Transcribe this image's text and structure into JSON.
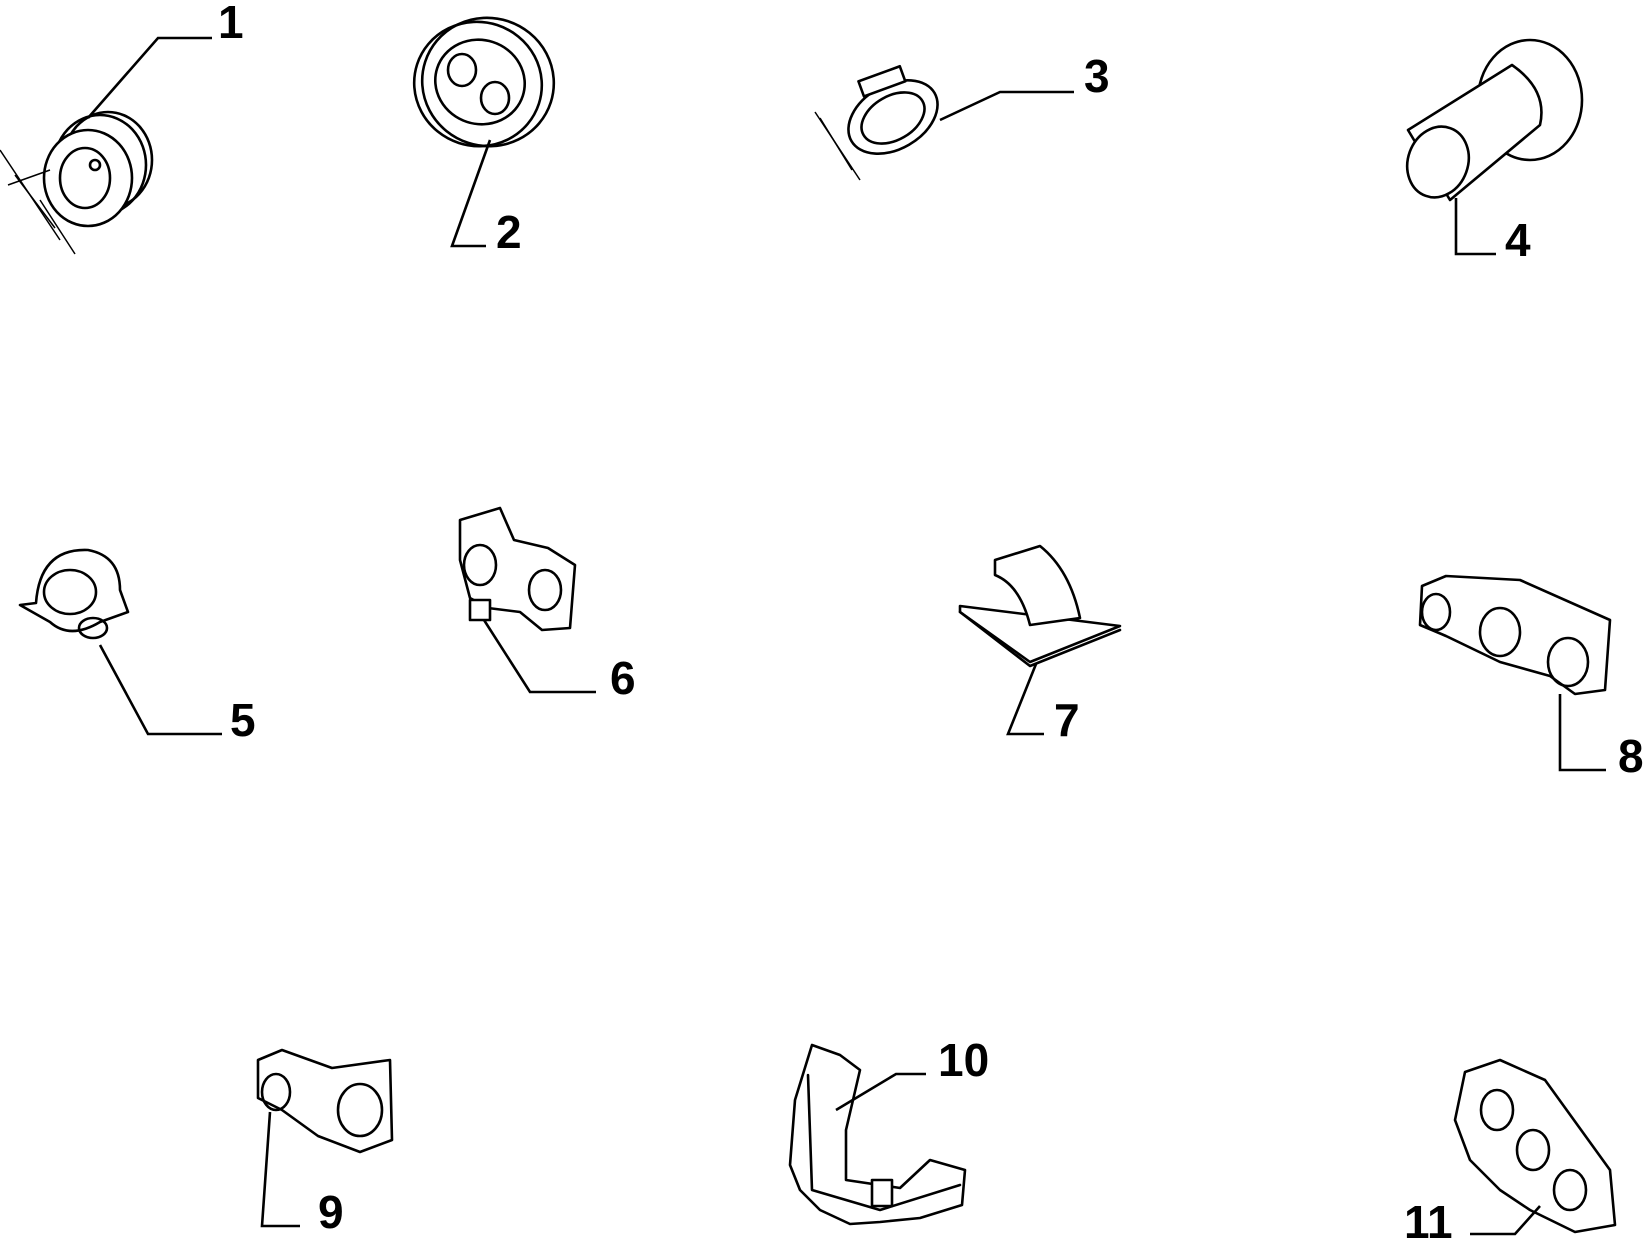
{
  "diagram": {
    "parts": [
      {
        "id": "1",
        "label": "1",
        "kind": "grommet"
      },
      {
        "id": "2",
        "label": "2",
        "kind": "double-grommet"
      },
      {
        "id": "3",
        "label": "3",
        "kind": "hose-clamp"
      },
      {
        "id": "4",
        "label": "4",
        "kind": "sleeve"
      },
      {
        "id": "5",
        "label": "5",
        "kind": "pipe-clip"
      },
      {
        "id": "6",
        "label": "6",
        "kind": "double-pipe-clip"
      },
      {
        "id": "7",
        "label": "7",
        "kind": "adhesive-clip"
      },
      {
        "id": "8",
        "label": "8",
        "kind": "triple-pipe-clip"
      },
      {
        "id": "9",
        "label": "9",
        "kind": "double-pipe-clip"
      },
      {
        "id": "10",
        "label": "10",
        "kind": "bracket"
      },
      {
        "id": "11",
        "label": "11",
        "kind": "triple-pipe-clip"
      }
    ]
  }
}
